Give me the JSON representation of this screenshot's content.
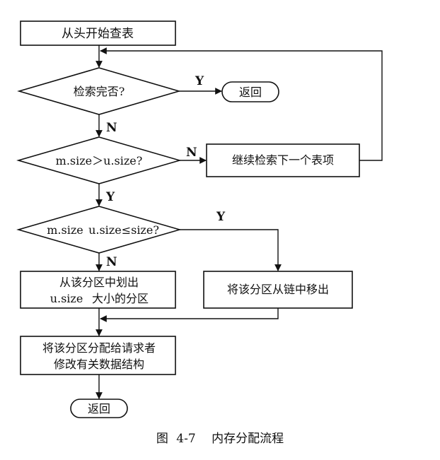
{
  "nodes": {
    "start": "从头开始查表",
    "check_done": "检索完否?",
    "return_top": "返回",
    "size_compare": "m.size＞u.size?",
    "continue_search": "继续检索下一个表项",
    "size_diff_check_left": "m.size",
    "size_diff_check_right": "u.size≤size?",
    "split_line1": "从该分区中划出",
    "split_line2_left": "u.size",
    "split_line2_right": "大小的分区",
    "remove_from_chain": "将该分区从链中移出",
    "allocate_line1": "将该分区分配给请求者",
    "allocate_line2": "修改有关数据结构",
    "return_bottom": "返回"
  },
  "edges": {
    "done_yes": "Y",
    "done_no": "N",
    "compare_no": "N",
    "compare_yes": "Y",
    "diff_yes": "Y",
    "diff_no": "N"
  },
  "caption": {
    "label": "图",
    "number": "4-7",
    "title": "内存分配流程"
  }
}
